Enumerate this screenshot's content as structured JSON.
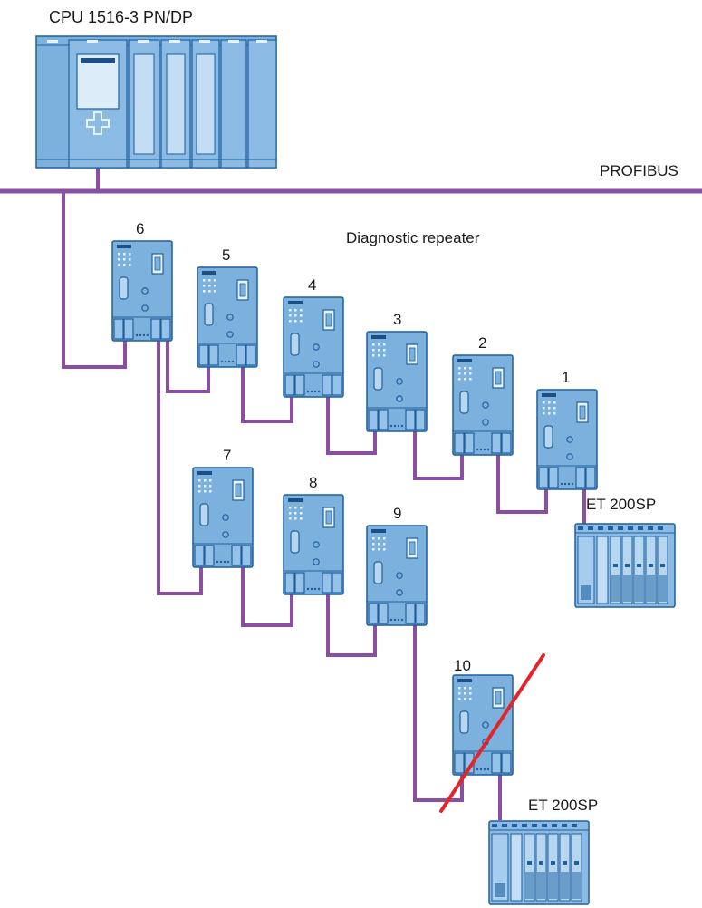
{
  "cpu": {
    "label": "CPU 1516-3 PN/DP"
  },
  "bus": {
    "label": "PROFIBUS"
  },
  "diagnostic_repeater_label": "Diagnostic repeater",
  "repeaters": [
    {
      "id": "6",
      "label": "6"
    },
    {
      "id": "5",
      "label": "5"
    },
    {
      "id": "4",
      "label": "4"
    },
    {
      "id": "3",
      "label": "3"
    },
    {
      "id": "2",
      "label": "2"
    },
    {
      "id": "1",
      "label": "1"
    },
    {
      "id": "7",
      "label": "7"
    },
    {
      "id": "8",
      "label": "8"
    },
    {
      "id": "9",
      "label": "9"
    },
    {
      "id": "10",
      "label": "10",
      "failed": true
    }
  ],
  "io_stations": [
    {
      "label": "ET 200SP"
    },
    {
      "label": "ET 200SP"
    }
  ],
  "colors": {
    "cable": "#8a4fa0",
    "device": "#7db1dd",
    "device_border": "#1f5f9d",
    "fault_line": "#e0262b"
  }
}
